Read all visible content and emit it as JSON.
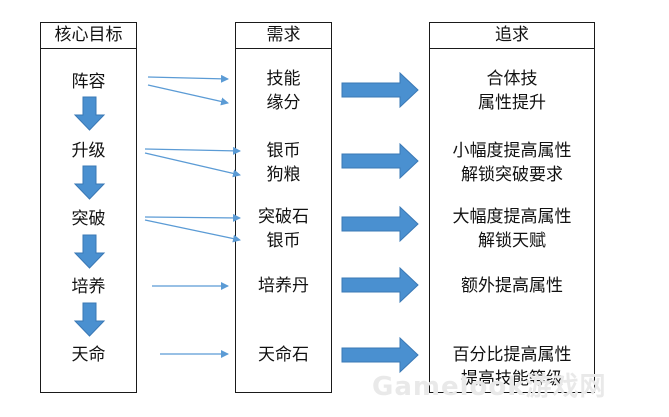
{
  "columns": {
    "core": {
      "header": "核心目标",
      "items": [
        "阵容",
        "升级",
        "突破",
        "培养",
        "天命"
      ]
    },
    "demand": {
      "header": "需求",
      "items": [
        [
          "技能",
          "缘分"
        ],
        [
          "银币",
          "狗粮"
        ],
        [
          "突破石",
          "银币"
        ],
        [
          "培养丹"
        ],
        [
          "天命石"
        ]
      ]
    },
    "pursuit": {
      "header": "追求",
      "items": [
        [
          "合体技",
          "属性提升"
        ],
        [
          "小幅度提高属性",
          "解锁突破要求"
        ],
        [
          "大幅度提高属性",
          "解锁天赋"
        ],
        [
          "额外提高属性"
        ],
        [
          "百分比提高属性",
          "提高技能等级"
        ]
      ]
    }
  },
  "watermark": "Gamelook游戏网",
  "colors": {
    "arrow": "#4a90d0",
    "arrow_dark": "#3a78b5",
    "line": "#5b9bd5",
    "border": "#1a1a1a"
  }
}
